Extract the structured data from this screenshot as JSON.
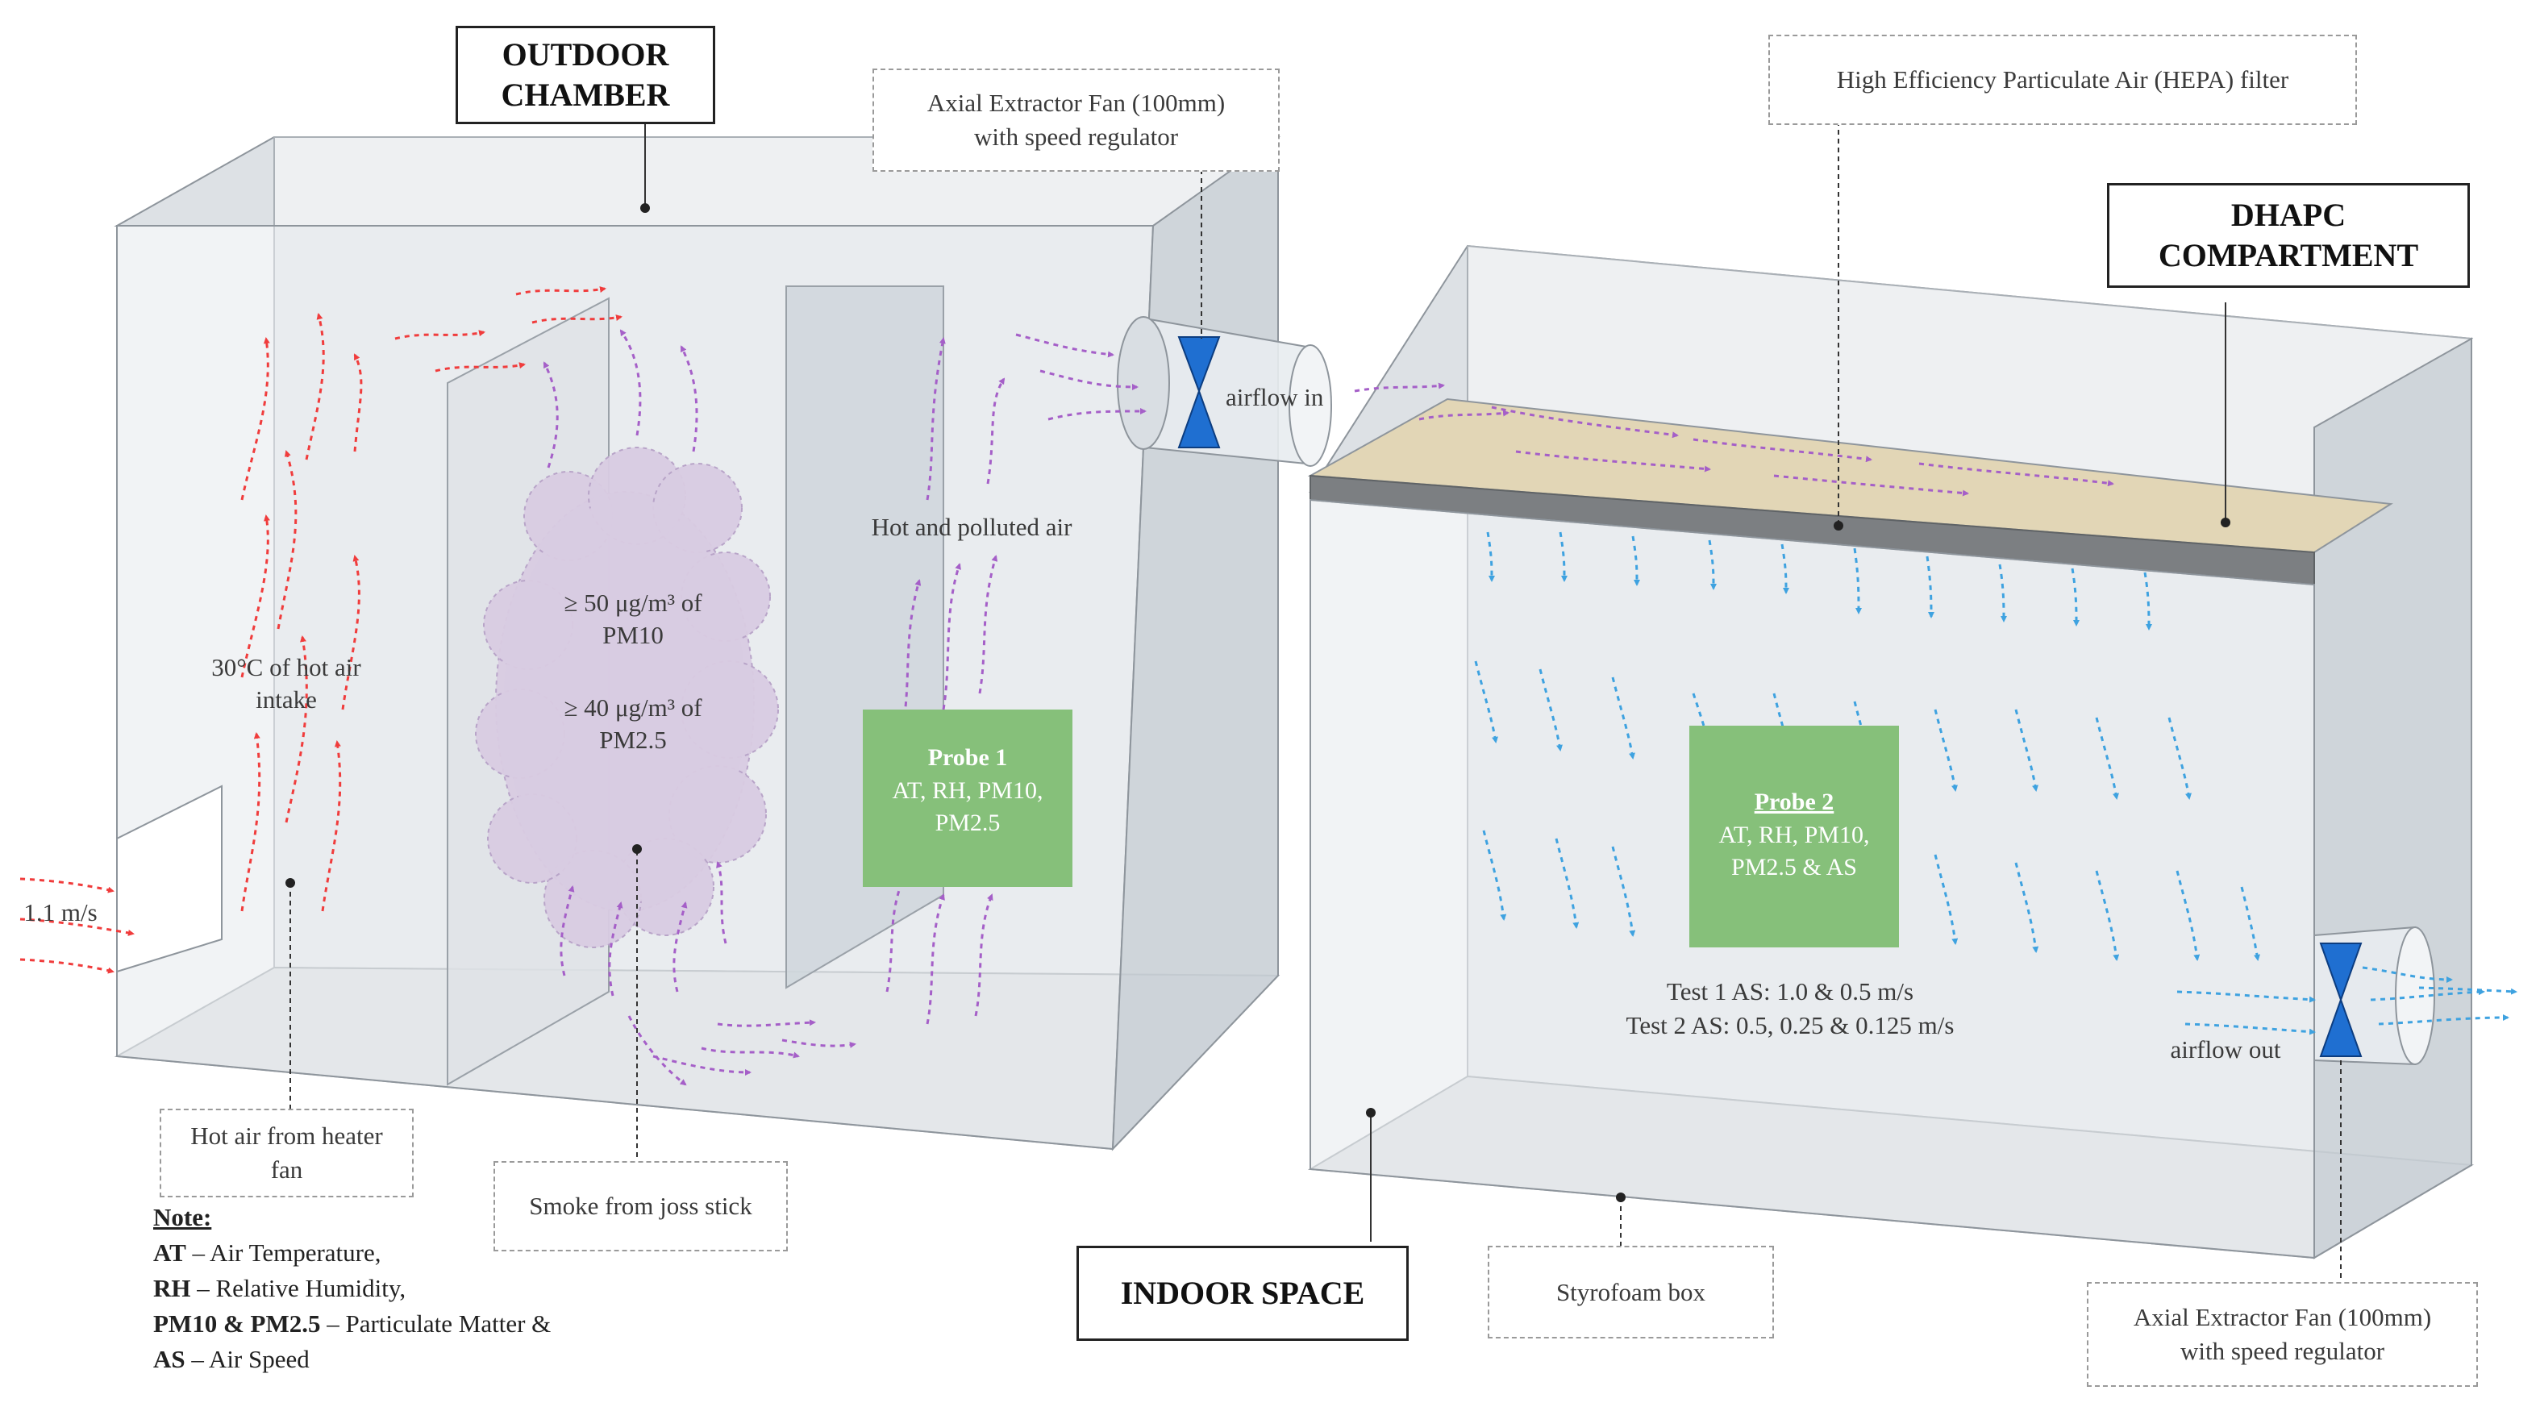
{
  "labels": {
    "outdoor_chamber": "OUTDOOR CHAMBER",
    "dhapc_compartment": "DHAPC COMPARTMENT",
    "indoor_space": "INDOOR SPACE",
    "axial_fan_top": "Axial Extractor Fan (100mm) with speed regulator",
    "hepa_filter": "High Efficiency Particulate Air (HEPA) filter",
    "hot_air_heater": "Hot air from heater fan",
    "smoke_joss": "Smoke from joss stick",
    "styrofoam_box": "Styrofoam box",
    "axial_fan_bottom": "Axial Extractor Fan (100mm) with speed regulator",
    "inlet_speed": "1.1 m/s",
    "hot_air_intake": "30°C of hot air intake",
    "pm10": "≥ 50 μg/m³ of PM10",
    "pm25": "≥ 40 μg/m³ of PM2.5",
    "hot_polluted": "Hot and polluted air",
    "airflow_in": "airflow in",
    "airflow_out": "airflow out",
    "test1": "Test 1 AS: 1.0 & 0.5 m/s",
    "test2": "Test 2 AS: 0.5, 0.25 & 0.125 m/s"
  },
  "probe1": {
    "title": "Probe 1",
    "text": "AT, RH, PM10, PM2.5"
  },
  "probe2": {
    "title": "Probe 2",
    "text": "AT, RH, PM10, PM2.5 & AS"
  },
  "note": {
    "heading": "Note:",
    "items": [
      {
        "abbr": "AT",
        "desc": " – Air Temperature,"
      },
      {
        "abbr": "RH",
        "desc": " – Relative Humidity,"
      },
      {
        "abbr": "PM10 & PM2.5",
        "desc": " – Particulate Matter &"
      },
      {
        "abbr": "AS",
        "desc": " – Air Speed"
      }
    ]
  },
  "colors": {
    "hot_air_arrow": "#f03c3c",
    "polluted_air_arrow": "#a55fc8",
    "clean_air_arrow": "#3ea2e0",
    "fan_blade": "#1f6fd1",
    "probe_fill": "#86c07a",
    "smoke_cloud": "#d8cbe2",
    "hepa_fill": "#e2d6b6"
  },
  "icons": {
    "fan": "axial-fan-icon"
  }
}
